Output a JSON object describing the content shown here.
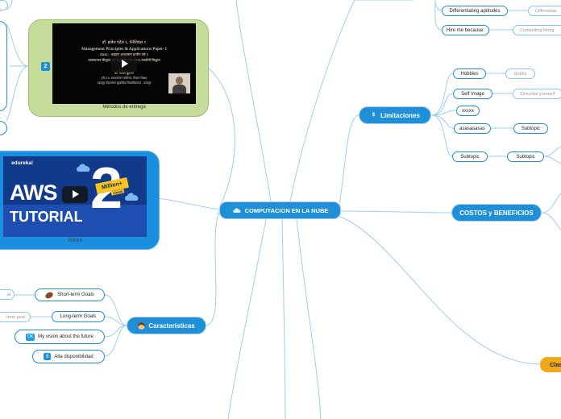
{
  "central": {
    "label": "COMPUTACION EN LA NUBE",
    "icon": "cloud-icon"
  },
  "topics": {
    "limitaciones": {
      "label": "Limitaciones",
      "icon_text": "$"
    },
    "costos": {
      "label": "COSTOS y BENEFICIOS"
    },
    "caracteristicas": {
      "label": "Caracteristicas",
      "icon": "person-icon"
    },
    "clas": {
      "label": "Clas"
    }
  },
  "upper_right": {
    "differentiating": "Differentiating aptitudes",
    "differentiat_leaf": "Differentiat",
    "hire": "Hire me because:",
    "compelling": "Compelling hiring"
  },
  "limitaciones_items": {
    "hobbies": "Hobbies",
    "hobby": "Hobby",
    "self_image": "Self Image",
    "describe": "Describe yourself",
    "xxxxx": "xxxxx",
    "asasasasas": "asasasasas",
    "subtopic_a": "Subtopic",
    "subtopic_b": "Subtopic",
    "subtopic_c": "Subtopic"
  },
  "caracteristicas_items": {
    "short_term": "Short-term Goals",
    "long_term": "Long-term Goals",
    "vision": "My vision about the future",
    "ok_badge": "OK",
    "alta": "Alta disponibilidad",
    "alta_badge": "8",
    "al_leaf": "al",
    "long_term_goal_leaf": "-term goal"
  },
  "metodos": {
    "caption": "Métodos de entrega",
    "badge": "2",
    "video_lines": [
      "डॉ. ब्रजेश पटेल १, ऐनेशियल १",
      "Management Principles & Applications Paper- I",
      "Basic - ब्राह्मण अनुशासन प्राचीन वर्ष १",
      "व्यवस्थापन सिद्धांत एवं अनुप्रयोग प्रश्न पत्र-1 उपयोगी सिद्धांत",
      "डॉ. पटेल कुमार",
      "(बी.ए.प्र. स्नातकोत्तर वाणिज्य, विज्ञान शिक्षा)",
      "उदयपुर,मोहनलाल सुखाड़िया विश्वविद्यालय , उदयपुर"
    ]
  },
  "vision": {
    "caption": "Vision",
    "brand": "edureka!",
    "title_line1": "AWS",
    "title_line2": "TUTORIAL",
    "big_number": "2",
    "ribbon": "Million+",
    "ribbon_sub": "views"
  },
  "colors": {
    "accent": "#1f8fd8",
    "link": "#9fcdee",
    "metodos_bg": "#c5dc9a",
    "vision_bg": "#1a8fe0",
    "orange": "#f1a81b"
  }
}
